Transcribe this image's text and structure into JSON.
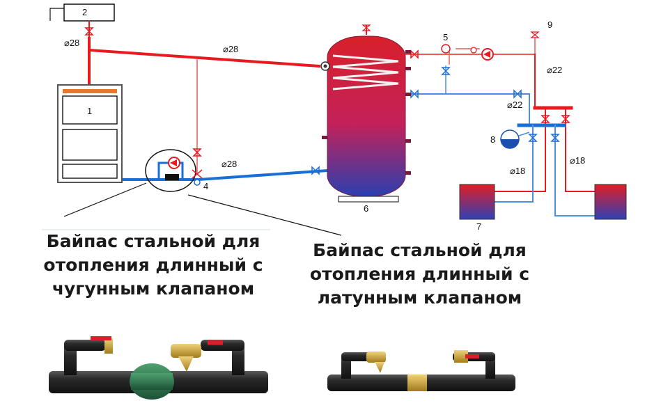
{
  "colors": {
    "hot": "#e8191f",
    "hot_thin": "#ee5a5a",
    "cold": "#1a6fd6",
    "cold_thin": "#4a8fe0",
    "tank_top": "#d8202a",
    "tank_bottom": "#2b3fb0",
    "coil": "#f2f2f2",
    "pipe_steel": "#2a2a2a",
    "valve_brass": "#c9a52b",
    "valve_red": "#d8202a",
    "valve_green": "#2f7a4f"
  },
  "components": {
    "boiler": "1",
    "expansion_tank_top": "2",
    "circ_valve": "4",
    "mixing_valve": "5",
    "buffer_tank": "6",
    "radiators": "7",
    "membrane_tank": "8",
    "air_vent": "9"
  },
  "pipe_labels": {
    "d28_vertical": "⌀28",
    "d28_top": "⌀28",
    "d28_bottom": "⌀28",
    "d22_top": "⌀22",
    "d22_middle": "⌀22",
    "d18_left": "⌀18",
    "d18_right": "⌀18"
  },
  "captions": {
    "left": "Байпас стальной для отопления длинный с чугунным клапаном",
    "right": "Байпас стальной для отопления длинный с латунным клапаном"
  },
  "icons": {
    "pump": "circulation-pump-icon",
    "valve": "ball-valve-icon",
    "vent": "air-vent-icon"
  }
}
